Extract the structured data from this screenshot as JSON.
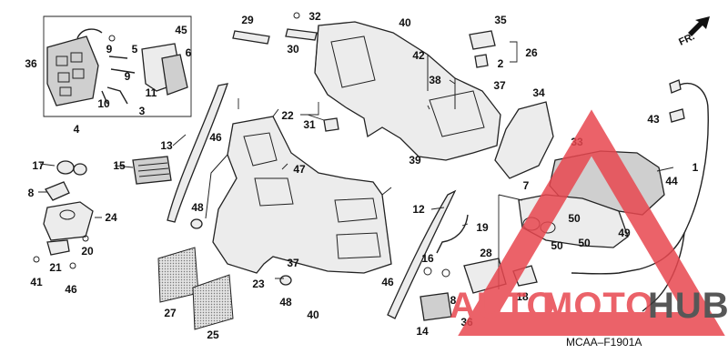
{
  "diagram": {
    "code": "MCAA–F1901A",
    "direction": "FR.",
    "callouts": [
      {
        "id": "c1",
        "text": "1"
      },
      {
        "id": "c2",
        "text": "2"
      },
      {
        "id": "c3",
        "text": "3"
      },
      {
        "id": "c4",
        "text": "4"
      },
      {
        "id": "c5",
        "text": "5"
      },
      {
        "id": "c6",
        "text": "6"
      },
      {
        "id": "c7",
        "text": "7"
      },
      {
        "id": "c8a",
        "text": "8"
      },
      {
        "id": "c8b",
        "text": "8"
      },
      {
        "id": "c9a",
        "text": "9"
      },
      {
        "id": "c9b",
        "text": "9"
      },
      {
        "id": "c10",
        "text": "10"
      },
      {
        "id": "c11",
        "text": "11"
      },
      {
        "id": "c12",
        "text": "12"
      },
      {
        "id": "c13",
        "text": "13"
      },
      {
        "id": "c14",
        "text": "14"
      },
      {
        "id": "c15",
        "text": "15"
      },
      {
        "id": "c16",
        "text": "16"
      },
      {
        "id": "c17",
        "text": "17"
      },
      {
        "id": "c18",
        "text": "18"
      },
      {
        "id": "c19",
        "text": "19"
      },
      {
        "id": "c20",
        "text": "20"
      },
      {
        "id": "c21",
        "text": "21"
      },
      {
        "id": "c22",
        "text": "22"
      },
      {
        "id": "c23",
        "text": "23"
      },
      {
        "id": "c24",
        "text": "24"
      },
      {
        "id": "c25",
        "text": "25"
      },
      {
        "id": "c26",
        "text": "26"
      },
      {
        "id": "c27",
        "text": "27"
      },
      {
        "id": "c28",
        "text": "28"
      },
      {
        "id": "c29",
        "text": "29"
      },
      {
        "id": "c30",
        "text": "30"
      },
      {
        "id": "c31",
        "text": "31"
      },
      {
        "id": "c32",
        "text": "32"
      },
      {
        "id": "c33",
        "text": "33"
      },
      {
        "id": "c34",
        "text": "34"
      },
      {
        "id": "c35",
        "text": "35"
      },
      {
        "id": "c36a",
        "text": "36"
      },
      {
        "id": "c36b",
        "text": "36"
      },
      {
        "id": "c37a",
        "text": "37"
      },
      {
        "id": "c37b",
        "text": "37"
      },
      {
        "id": "c38",
        "text": "38"
      },
      {
        "id": "c39",
        "text": "39"
      },
      {
        "id": "c40a",
        "text": "40"
      },
      {
        "id": "c40b",
        "text": "40"
      },
      {
        "id": "c41",
        "text": "41"
      },
      {
        "id": "c42",
        "text": "42"
      },
      {
        "id": "c43",
        "text": "43"
      },
      {
        "id": "c44",
        "text": "44"
      },
      {
        "id": "c45",
        "text": "45"
      },
      {
        "id": "c46a",
        "text": "46"
      },
      {
        "id": "c46b",
        "text": "46"
      },
      {
        "id": "c46c",
        "text": "46"
      },
      {
        "id": "c47",
        "text": "47"
      },
      {
        "id": "c48a",
        "text": "48"
      },
      {
        "id": "c48b",
        "text": "48"
      },
      {
        "id": "c49",
        "text": "49"
      },
      {
        "id": "c50a",
        "text": "50"
      },
      {
        "id": "c50b",
        "text": "50"
      },
      {
        "id": "c50c",
        "text": "50"
      }
    ]
  },
  "watermark": {
    "brand_left": "AUTO",
    "brand_mid": "MOTO",
    "brand_right": "HUB",
    "color_red": "#e8474f",
    "color_dark": "#3a3a3a"
  },
  "colors": {
    "line": "#222222",
    "fill": "#ececec",
    "background": "#ffffff"
  }
}
